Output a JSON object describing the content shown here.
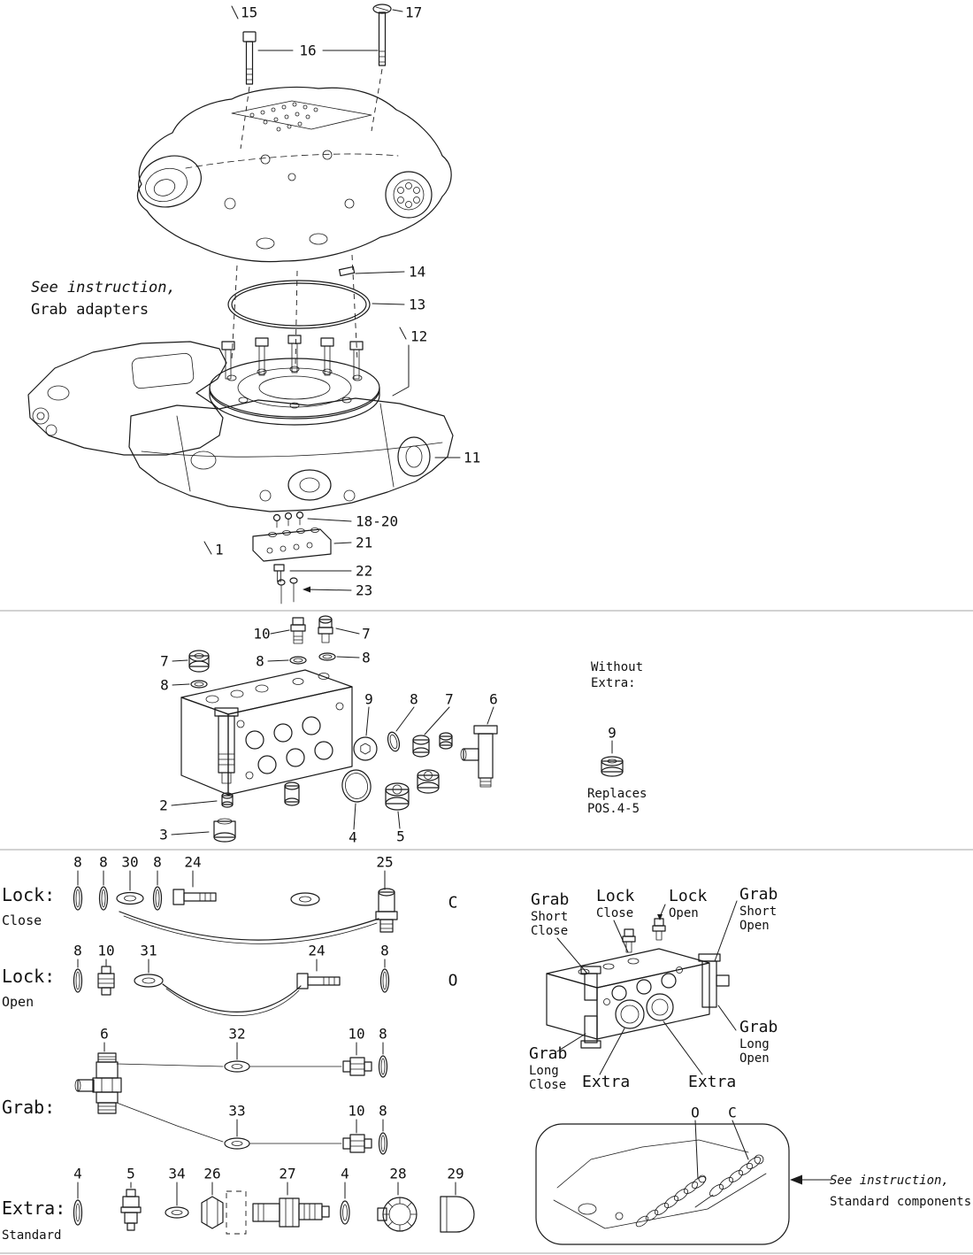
{
  "top": {
    "n15": "15",
    "n16": "16",
    "n17": "17",
    "n14": "14",
    "n13": "13",
    "n12": "12",
    "n11": "11",
    "n18_20": "18-20",
    "n21": "21",
    "n22": "22",
    "n23": "23",
    "n1": "1",
    "note1": "See instruction,",
    "note2": "Grab adapters"
  },
  "mid": {
    "n10": "10",
    "n7_top": "7",
    "n7_left": "7",
    "n7_row": "7",
    "n8_midl": "8",
    "n8_midr": "8",
    "n8_left": "8",
    "n8_row": "8",
    "n9": "9",
    "n6": "6",
    "n2": "2",
    "n3": "3",
    "n4": "4",
    "n5": "5",
    "we1": "Without",
    "we2": "Extra:",
    "we_num": "9",
    "we3": "Replaces",
    "we4": "POS.4-5"
  },
  "bot": {
    "r1": {
      "label": "Lock:",
      "sub": "Close",
      "letter": "C",
      "a": "8",
      "b": "8",
      "c": "30",
      "d": "8",
      "e": "24",
      "f": "25"
    },
    "r2": {
      "label": "Lock:",
      "sub": "Open",
      "letter": "O",
      "a": "8",
      "b": "10",
      "c": "31",
      "d": "24",
      "e": "8"
    },
    "r3": {
      "label": "Grab:",
      "a": "6",
      "b": "32",
      "c": "10",
      "d": "8",
      "e": "33",
      "f": "10",
      "g": "8"
    },
    "r4": {
      "label": "Extra:",
      "sub": "Standard",
      "a": "4",
      "b": "5",
      "c": "34",
      "d": "26",
      "e": "27",
      "f": "4",
      "g": "28",
      "h": "29"
    },
    "v": {
      "gsc1": "Grab",
      "gsc2": "Short",
      "gsc3": "Close",
      "lc1": "Lock",
      "lc2": "Close",
      "lo1": "Lock",
      "lo2": "Open",
      "gso1": "Grab",
      "gso2": "Short",
      "gso3": "Open",
      "glc1": "Grab",
      "glc2": "Long",
      "glc3": "Close",
      "ex_l": "Extra",
      "ex_r": "Extra",
      "glo1": "Grab",
      "glo2": "Long",
      "glo3": "Open"
    },
    "inset": {
      "o": "O",
      "c": "C",
      "note1": "See instruction,",
      "note2": "Standard components"
    }
  }
}
